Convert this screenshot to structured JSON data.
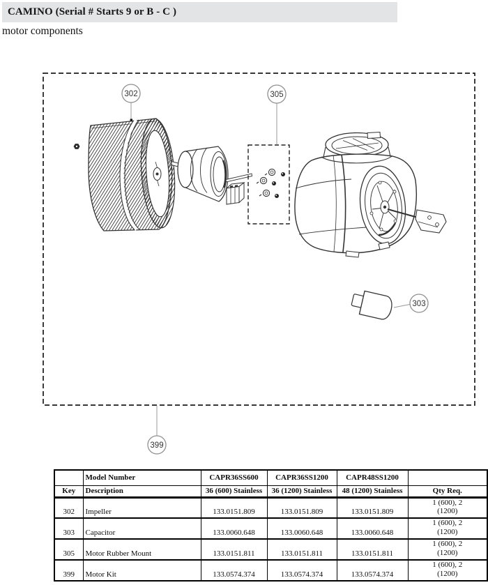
{
  "page": {
    "title": "CAMINO (Serial # Starts 9 or B - C )",
    "subtitle": "motor components"
  },
  "colors": {
    "header_bar_bg": "#e3e4e6",
    "drawing_line": "#333333",
    "callout_stroke": "#8f8f8f",
    "table_border": "#000000"
  },
  "diagram": {
    "callouts": [
      {
        "part": "impeller",
        "label": "302"
      },
      {
        "part": "motor-rubber-mount",
        "label": "305"
      },
      {
        "part": "capacitor",
        "label": "303"
      },
      {
        "part": "motor-kit",
        "label": "399"
      }
    ]
  },
  "table": {
    "headers": {
      "model_number": "Model Number",
      "key": "Key",
      "description": "Description",
      "qty": "Qty Req.",
      "models": [
        "CAPR36SS600",
        "CAPR36SS1200",
        "CAPR48SS1200"
      ],
      "variants": [
        "36 (600) Stainless",
        "36 (1200) Stainless",
        "48 (1200) Stainless"
      ]
    },
    "rows": [
      {
        "key": "302",
        "description": "Impeller",
        "parts": [
          "133.0151.809",
          "133.0151.809",
          "133.0151.809"
        ],
        "qty_line1": "1 (600), 2",
        "qty_line2": "(1200)"
      },
      {
        "key": "303",
        "description": "Capacitor",
        "parts": [
          "133.0060.648",
          "133.0060.648",
          "133.0060.648"
        ],
        "qty_line1": "1 (600), 2",
        "qty_line2": "(1200)"
      },
      {
        "key": "305",
        "description": "Motor Rubber Mount",
        "parts": [
          "133.0151.811",
          "133.0151.811",
          "133.0151.811"
        ],
        "qty_line1": "1 (600), 2",
        "qty_line2": "(1200)"
      },
      {
        "key": "399",
        "description": "Motor Kit",
        "parts": [
          "133.0574.374",
          "133.0574.374",
          "133.0574.374"
        ],
        "qty_line1": "1 (600), 2",
        "qty_line2": "(1200)"
      }
    ]
  }
}
